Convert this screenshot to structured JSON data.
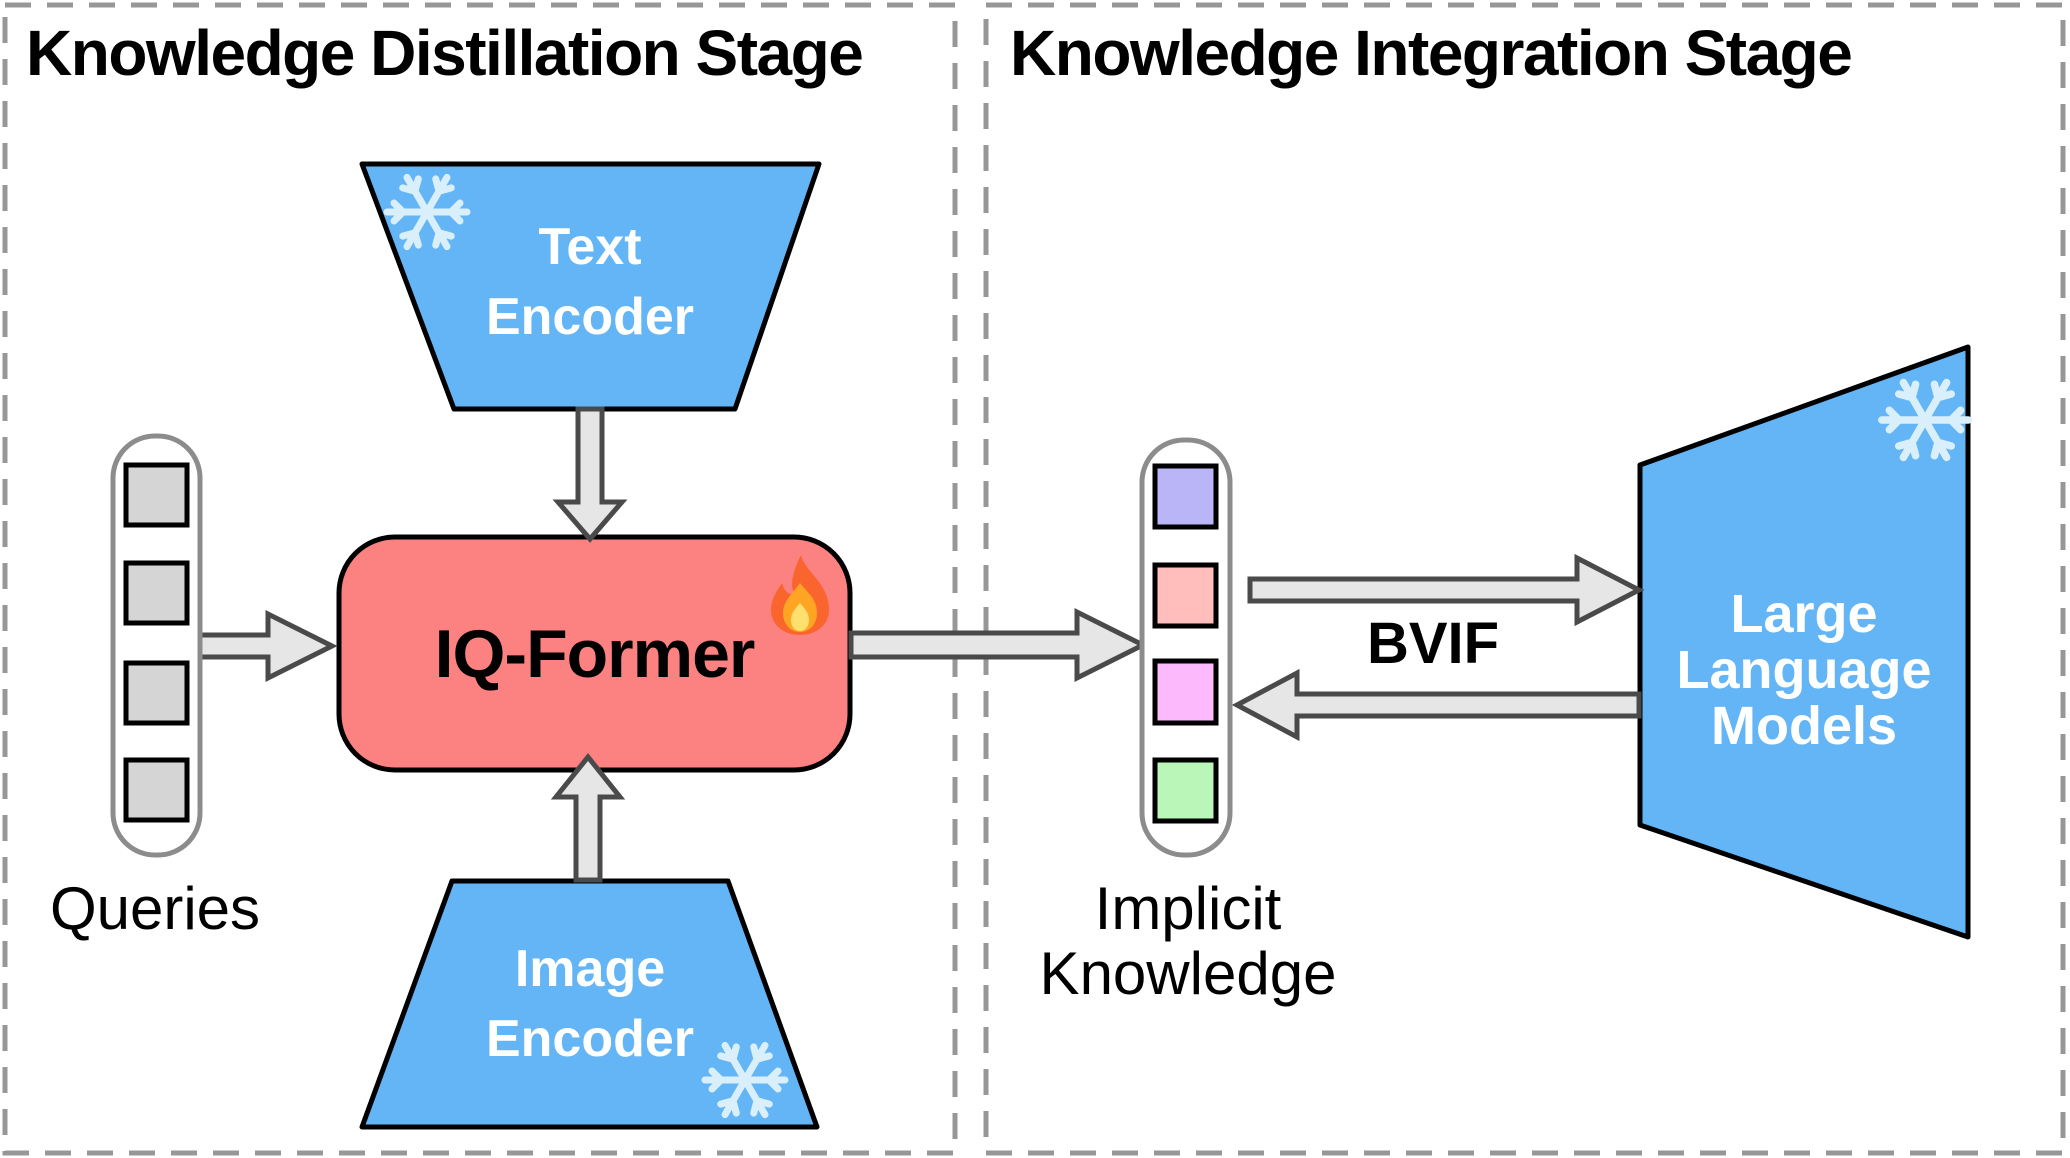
{
  "diagram": {
    "left_panel": {
      "title": "Knowledge Distillation Stage",
      "text_encoder": {
        "label_lines": [
          "Text",
          "Encoder"
        ],
        "icon": "snowflake-icon"
      },
      "iq_former": {
        "label": "IQ-Former",
        "icon": "fire-icon"
      },
      "image_encoder": {
        "label_lines": [
          "Image",
          "Encoder"
        ],
        "icon": "snowflake-icon"
      },
      "queries": {
        "label": "Queries",
        "token_count": 4,
        "token_color": "#D5D5D5"
      }
    },
    "right_panel": {
      "title": "Knowledge Integration Stage",
      "implicit_knowledge": {
        "label_lines": [
          "Implicit",
          "Knowledge"
        ],
        "token_count": 4,
        "token_colors": [
          "#B9B5F6",
          "#FFBDBB",
          "#FCB9FC",
          "#B9F6B8"
        ]
      },
      "bvif": {
        "label": "BVIF"
      },
      "llm": {
        "label_lines": [
          "Large",
          "Language",
          "Models"
        ],
        "icon": "snowflake-icon"
      }
    },
    "colors": {
      "encoder_fill": "#64B5F6",
      "iq_former_fill": "#FC8181",
      "arrow_fill": "#E6E6E6",
      "arrow_stroke": "#4A4A4A",
      "panel_border": "#979797",
      "container_border": "#8C8C8C",
      "shape_border": "#000000"
    }
  }
}
